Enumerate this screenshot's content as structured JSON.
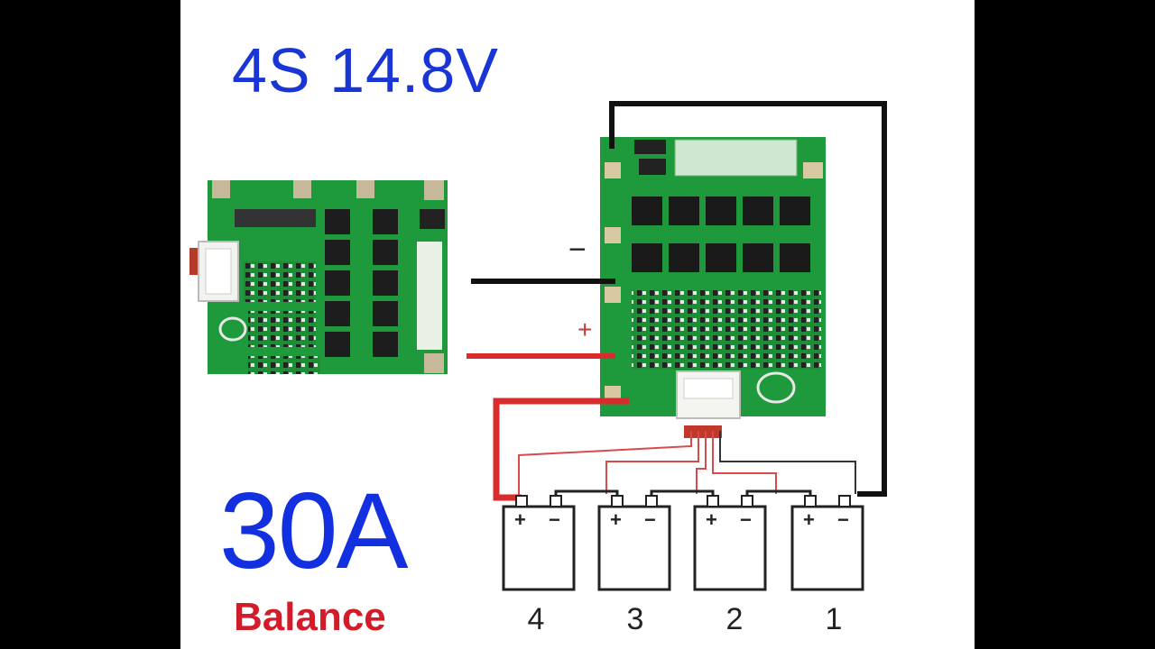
{
  "title": "4S 14.8V",
  "current_rating": "30A",
  "balance_label": "Balance",
  "terminals": {
    "minus": "−",
    "plus": "+"
  },
  "batteries": [
    {
      "number": "4",
      "plus": "+",
      "minus": "−"
    },
    {
      "number": "3",
      "plus": "+",
      "minus": "−"
    },
    {
      "number": "2",
      "plus": "+",
      "minus": "−"
    },
    {
      "number": "1",
      "plus": "+",
      "minus": "−"
    }
  ],
  "colors": {
    "title_blue": "#1a35d6",
    "balance_red": "#d31c2a",
    "pcb_green": "#1e9a3c",
    "wire_black": "#111111",
    "wire_red": "#d92b2b"
  }
}
